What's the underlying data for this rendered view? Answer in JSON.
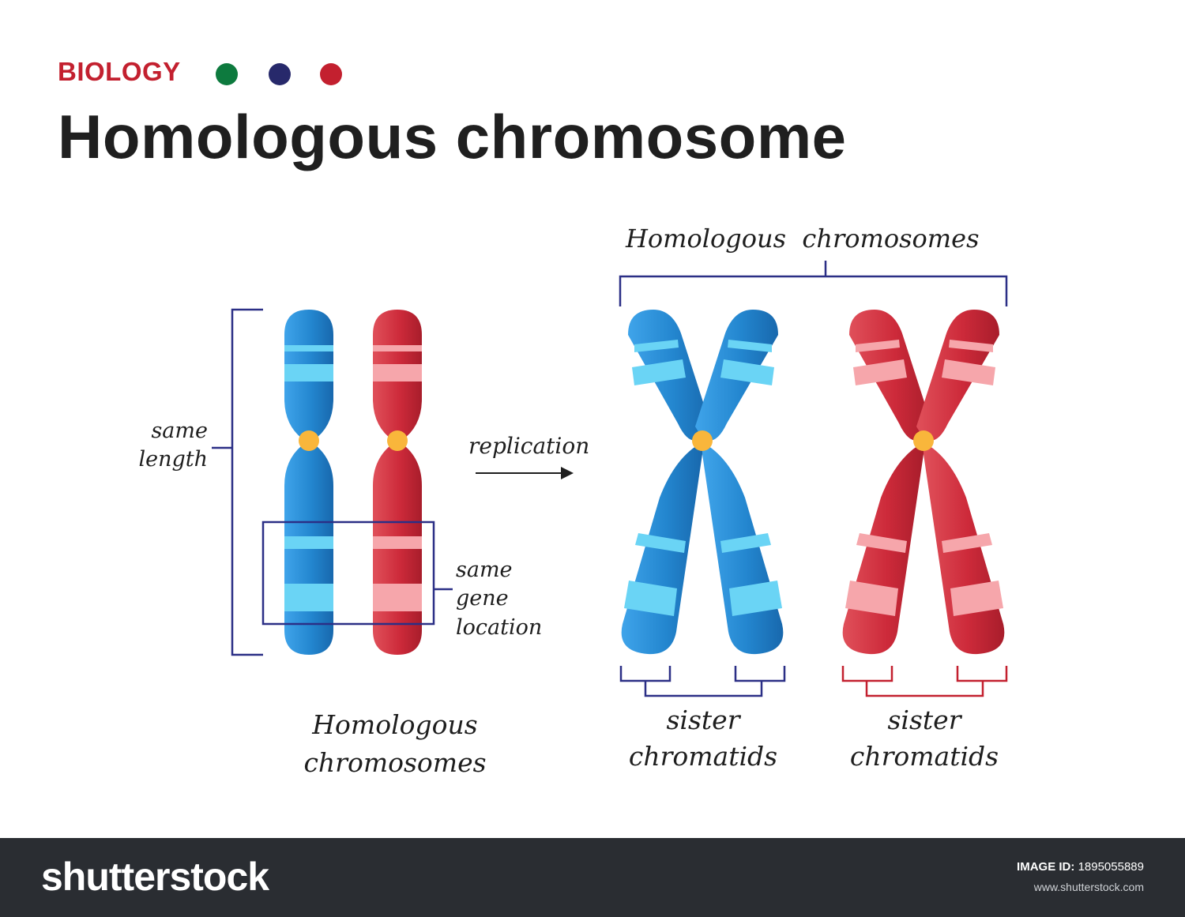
{
  "header": {
    "subject": "BIOLOGY",
    "dots": [
      "#0d7a3e",
      "#27296b",
      "#c3202f"
    ],
    "title": "Homologous chromosome"
  },
  "left_panel": {
    "same_length_line1": "same",
    "same_length_line2": "length",
    "same_gene_line1": "same",
    "same_gene_line2": "gene",
    "same_gene_line3": "location",
    "caption_line1": "Homologous",
    "caption_line2": "chromosomes"
  },
  "arrow_label": "replication",
  "right_panel": {
    "top_label": "Homologous  chromosomes",
    "blue_caption_line1": "sister",
    "blue_caption_line2": "chromatids",
    "red_caption_line1": "sister",
    "red_caption_line2": "chromatids"
  },
  "colors": {
    "blue": "#2386cf",
    "blue_band": "#6ad4f5",
    "red": "#cd2a3a",
    "red_band": "#f6a6ab",
    "centromere": "#f9b63b",
    "bracket_navy": "#2b2f86",
    "bracket_red": "#c3202f"
  },
  "watermark": {
    "logo": "shutterstock",
    "id_label": "IMAGE ID:",
    "id_value": "1895055889",
    "url": "www.shutterstock.com"
  }
}
